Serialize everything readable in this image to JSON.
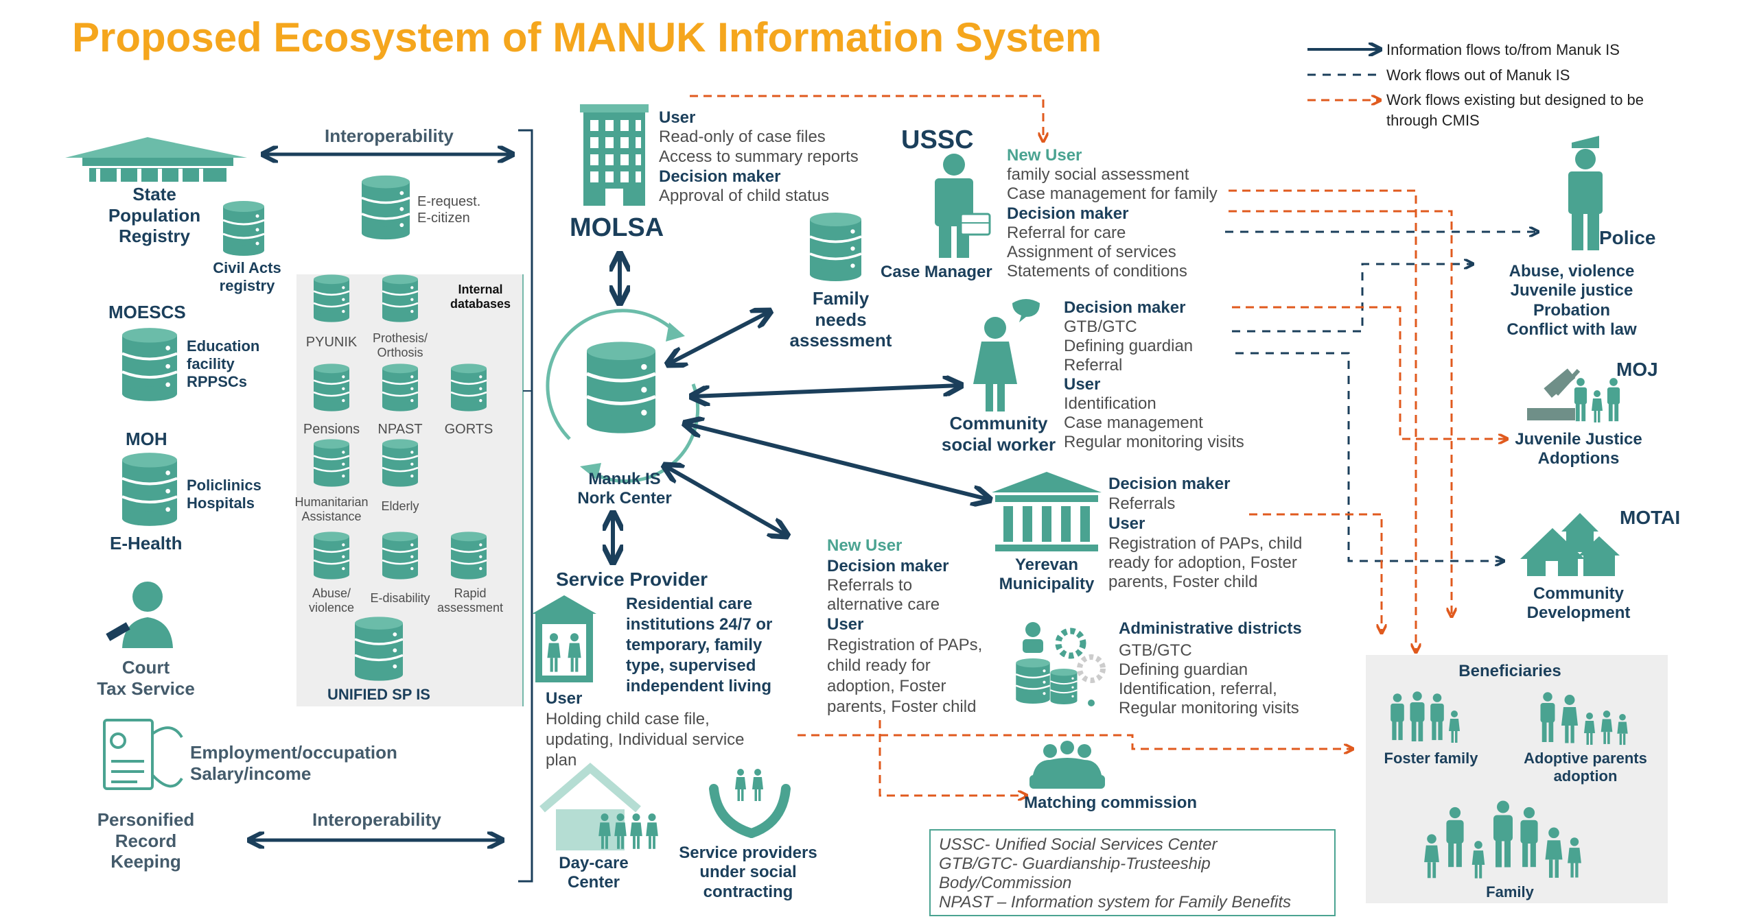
{
  "title": "Proposed Ecosystem of MANUK Information System",
  "legend": {
    "info_flows": "Information flows to/from Manuk IS",
    "work_flows": "Work flows out of Manuk IS",
    "cmis_flows_1": "Work flows existing but designed to  be",
    "cmis_flows_2": "through CMIS"
  },
  "colors": {
    "navy": "#1b3f5b",
    "teal": "#4aa391",
    "orange": "#e05a1e",
    "title": "#f5a61d",
    "panel": "#eeeeee"
  },
  "left": {
    "interop_top": "Interoperability",
    "interop_bottom": "Interoperability",
    "state_pop": [
      "State",
      "Population",
      "Registry"
    ],
    "civil_acts": [
      "Civil Acts",
      "registry"
    ],
    "erequest": [
      "E-request.",
      "E-citizen"
    ],
    "moescs": "MOESCS",
    "education": [
      "Education",
      "facility",
      "RPPSCs"
    ],
    "moh": "MOH",
    "policlinics": [
      "Policlinics",
      "Hospitals"
    ],
    "ehealth": "E-Health",
    "court": [
      "Court",
      "Tax Service"
    ],
    "employment": [
      "Employment/occupation",
      "Salary/income"
    ],
    "prk": [
      "Personified",
      "Record",
      "Keeping"
    ]
  },
  "internal": {
    "header": [
      "Internal",
      "databases"
    ],
    "pyunik": "PYUNIK",
    "prothesis": [
      "Prothesis/",
      "Orthosis"
    ],
    "pensions": "Pensions",
    "npast": "NPAST",
    "gorts": "GORTS",
    "humanitarian": [
      "Humanitarian",
      "Assistance"
    ],
    "elderly": "Elderly",
    "abuse": [
      "Abuse/",
      "violence"
    ],
    "edisability": "E-disability",
    "rapid": [
      "Rapid",
      "assessment"
    ],
    "unified": "UNIFIED SP IS"
  },
  "molsa": {
    "label": "MOLSA",
    "user": "User",
    "user_1": "Read-only of case files",
    "user_2": "Access to summary reports",
    "dm": "Decision maker",
    "dm_1": "Approval of child status"
  },
  "family_needs": [
    "Family",
    "needs",
    "assessment"
  ],
  "manuk": [
    "Manuk IS",
    "Nork Center"
  ],
  "ussc": {
    "label": "USSC",
    "role": "Case Manager",
    "new_user": "New User",
    "nu_1": "family social assessment",
    "nu_2": "Case management for family",
    "dm": "Decision maker",
    "dm_1": "Referral for care",
    "dm_2": "Assignment of services",
    "dm_3": "Statements of conditions"
  },
  "csw": {
    "label": [
      "Community",
      "social worker"
    ],
    "dm": "Decision maker",
    "dm_1": "GTB/GTC",
    "dm_2": "Defining guardian",
    "dm_3": "Referral",
    "user": "User",
    "u_1": "Identification",
    "u_2": "Case management",
    "u_3": "Regular monitoring visits"
  },
  "yerevan": {
    "label": [
      "Yerevan",
      "Municipality"
    ],
    "dm": "Decision maker",
    "dm_1": "Referrals",
    "user": "User",
    "u_1": "Registration of PAPs, child",
    "u_2": "ready for adoption, Foster",
    "u_3": "parents, Foster child"
  },
  "admin": {
    "label": "Administrative  districts",
    "l1": "GTB/GTC",
    "l2": "Defining guardian",
    "l3": "Identification, referral,",
    "l4": "Regular monitoring visits"
  },
  "mid": {
    "new_user": "New User",
    "dm": "Decision maker",
    "dm_1": "Referrals to",
    "dm_2": "alternative care",
    "user": "User",
    "u_1": "Registration of PAPs,",
    "u_2": "child ready for",
    "u_3": "adoption, Foster",
    "u_4": "parents, Foster child"
  },
  "service_provider": {
    "label": "Service Provider",
    "res_1": "Residential care",
    "res_2": "institutions 24/7 or",
    "res_3": "temporary, family",
    "res_4": "type, supervised",
    "res_5": "independent living",
    "user": "User",
    "u_1": "Holding child case file,",
    "u_2": "updating, Individual service",
    "u_3": "plan",
    "daycare": [
      "Day-care",
      "Center"
    ],
    "contracting": [
      "Service providers",
      "under social",
      "contracting"
    ]
  },
  "matching": "Matching commission",
  "police": {
    "label": "Police",
    "l1": "Abuse, violence",
    "l2": "Juvenile justice",
    "l3": "Probation",
    "l4": "Conflict with law"
  },
  "moj": {
    "label": "MOJ",
    "l1": "Juvenile Justice",
    "l2": "Adoptions"
  },
  "motai": {
    "label": "MOTAI",
    "l1": "Community",
    "l2": "Development"
  },
  "beneficiaries": {
    "label": "Beneficiaries",
    "foster": "Foster family",
    "adoptive": [
      "Adoptive parents",
      "adoption"
    ],
    "family": "Family"
  },
  "abbrev": {
    "l1": "USSC- Unified Social Services Center",
    "l2": "GTB/GTC- Guardianship-Trusteeship",
    "l3": "Body/Commission",
    "l4": "NPAST – Information system for Family Benefits"
  }
}
